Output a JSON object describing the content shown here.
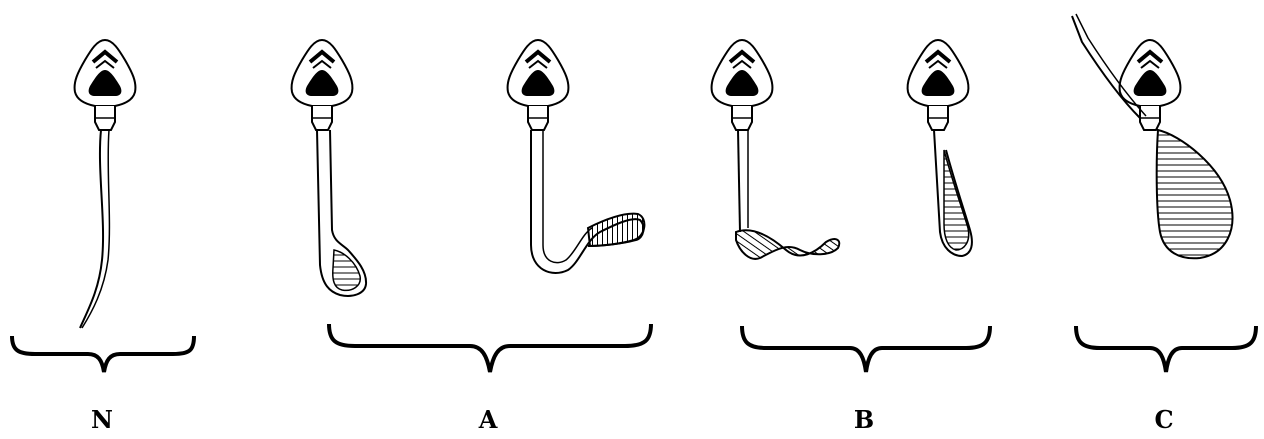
{
  "groups": [
    {
      "label": "N"
    },
    {
      "label": "A"
    },
    {
      "label": "B"
    },
    {
      "label": "C"
    }
  ]
}
